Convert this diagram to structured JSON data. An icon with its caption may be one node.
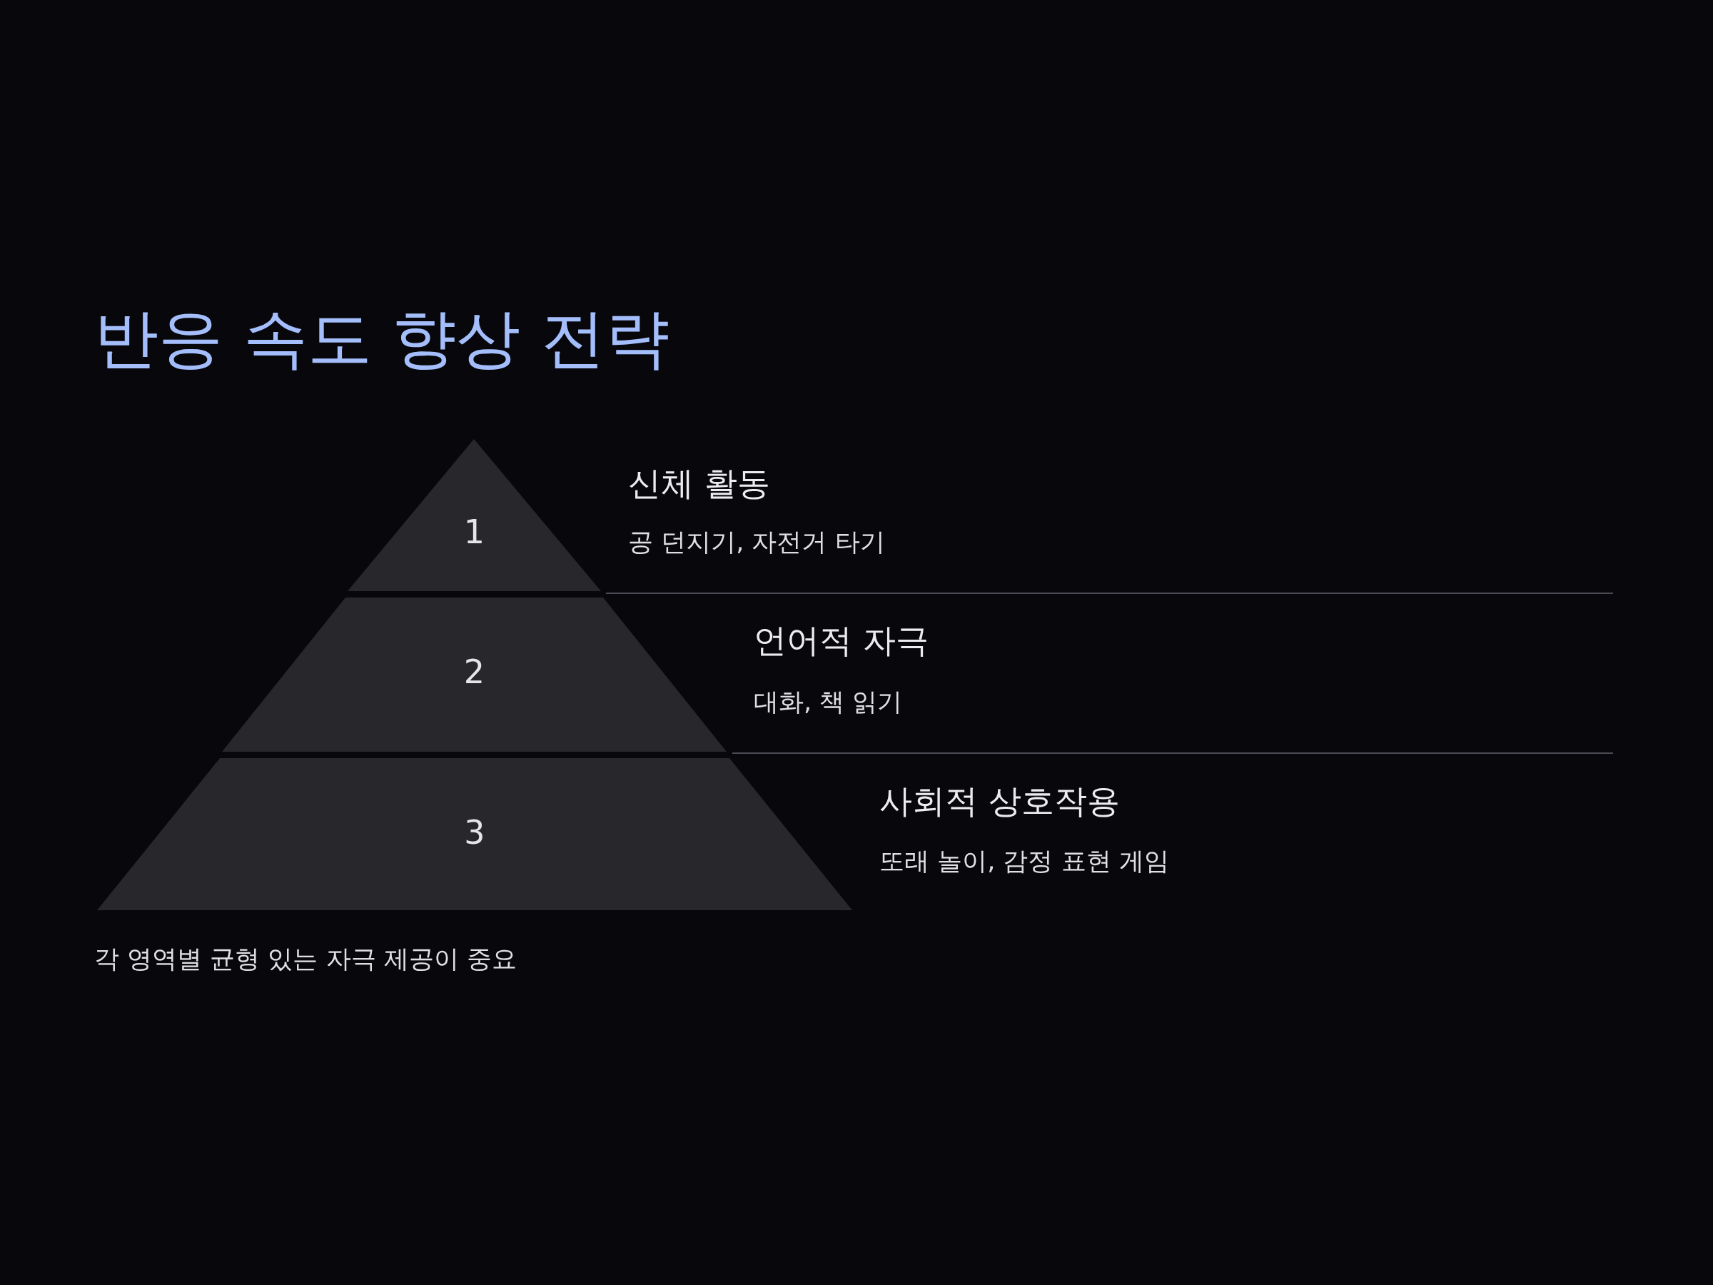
{
  "diagram": {
    "title": "반응 속도 향상 전략",
    "nodes": [
      {
        "text": [
          "1"
        ],
        "beside": [
          "신체 활동",
          "공 던지기, 자전거 타기"
        ]
      },
      {
        "text": [
          "2"
        ],
        "beside": [
          "언어적 자극",
          "대화, 책 읽기"
        ]
      },
      {
        "text": [
          "3"
        ],
        "beside": [
          "사회적 상호작용",
          "또래 놀이, 감정 표현 게임"
        ]
      }
    ],
    "labels": [
      "각 영역별 균형 있는 자극 제공이 중요"
    ]
  }
}
